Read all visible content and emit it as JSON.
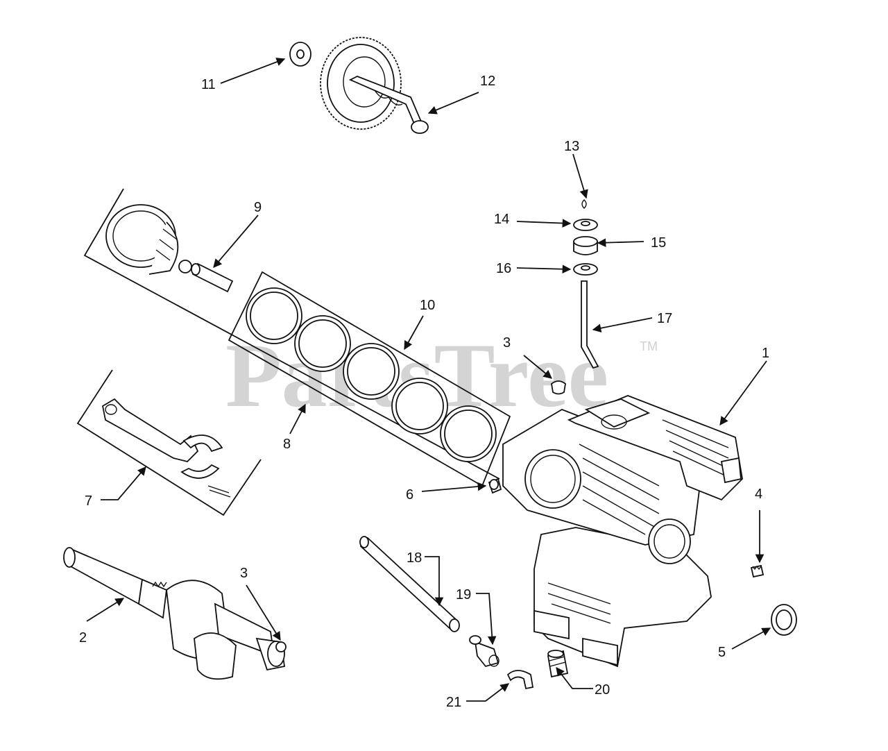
{
  "watermark": {
    "text": "PartsTree",
    "trademark": "TM"
  },
  "callouts": [
    {
      "id": "1",
      "part": "crankcase"
    },
    {
      "id": "2",
      "part": "crankshaft"
    },
    {
      "id": "3",
      "part": "plug"
    },
    {
      "id": "4",
      "part": "drain-plug"
    },
    {
      "id": "5",
      "part": "oil-seal"
    },
    {
      "id": "6",
      "part": "dowel-pin"
    },
    {
      "id": "7",
      "part": "connecting-rod"
    },
    {
      "id": "8",
      "part": "piston-ring-set"
    },
    {
      "id": "9",
      "part": "piston-pin"
    },
    {
      "id": "10",
      "part": "piston-ring"
    },
    {
      "id": "11",
      "part": "washer"
    },
    {
      "id": "12",
      "part": "camshaft"
    },
    {
      "id": "13",
      "part": "cotter-pin"
    },
    {
      "id": "14",
      "part": "washer-upper"
    },
    {
      "id": "15",
      "part": "governor-collar"
    },
    {
      "id": "16",
      "part": "washer-lower"
    },
    {
      "id": "17",
      "part": "governor-shaft"
    },
    {
      "id": "18",
      "part": "breather-tube"
    },
    {
      "id": "19",
      "part": "hose-clamp"
    },
    {
      "id": "20",
      "part": "fitting"
    },
    {
      "id": "21",
      "part": "elbow-hose"
    }
  ],
  "label_3b": "3"
}
